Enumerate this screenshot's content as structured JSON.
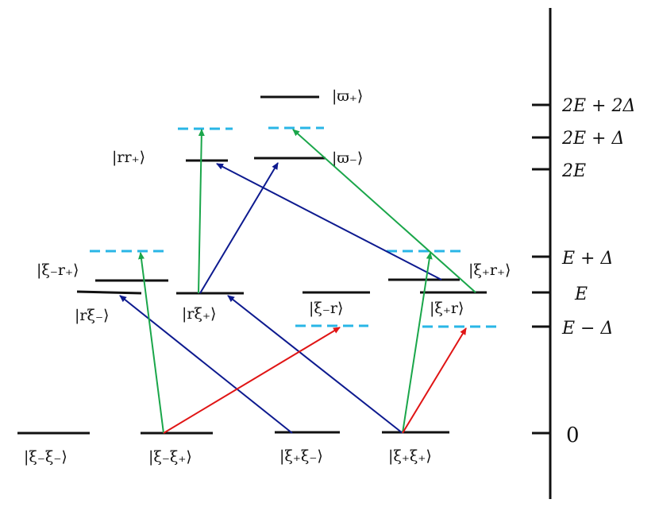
{
  "colors": {
    "level": "#111111",
    "virtual": "#29b6e6",
    "blue_transition": "#0d1a8f",
    "green_transition": "#1aa64a",
    "red_transition": "#e01515",
    "axis": "#111111"
  },
  "axis_labels": {
    "two_e_two_delta": "2E + 2Δ",
    "two_e_delta": "2E + Δ",
    "two_e": "2E",
    "e_delta": "E + Δ",
    "e": "E",
    "e_minus_delta": "E − Δ",
    "zero": "0"
  },
  "states": {
    "xm_xm": "|ξ₋ξ₋⟩",
    "xm_xp": "|ξ₋ξ₊⟩",
    "xp_xm": "|ξ₊ξ₋⟩",
    "xp_xp": "|ξ₊ξ₊⟩",
    "xm_rp": "|ξ₋r₊⟩",
    "r_xm": "|rξ₋⟩",
    "r_xp": "|rξ₊⟩",
    "xm_r": "|ξ₋r⟩",
    "xp_rp": "|ξ₊r₊⟩",
    "xp_r": "|ξ₊r⟩",
    "rr_p": "|rr₊⟩",
    "w_p": "|ϖ₊⟩",
    "w_m": "|ϖ₋⟩"
  }
}
